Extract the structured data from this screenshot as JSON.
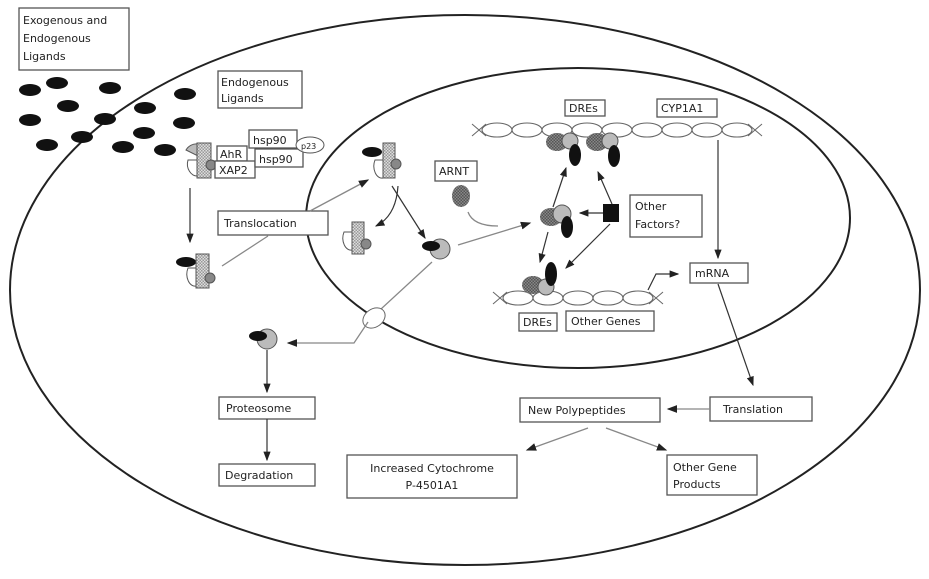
{
  "title": "AhR signaling pathway",
  "labels": {
    "exogenous_endogenous": [
      "Exogenous and",
      "Endogenous",
      "Ligands"
    ],
    "endogenous": [
      "Endogenous",
      "Ligands"
    ],
    "ahr": "AhR",
    "xap2": "XAP2",
    "hsp90_a": "hsp90",
    "hsp90_b": "hsp90",
    "p23": "p23",
    "translocation": "Translocation",
    "arnt": "ARNT",
    "dres_top": "DREs",
    "cyp1a1": "CYP1A1",
    "other_factors": [
      "Other",
      "Factors?"
    ],
    "dres_bottom": "DREs",
    "other_genes": "Other Genes",
    "mrna": "mRNA",
    "proteosome": "Proteosome",
    "degradation": "Degradation",
    "translation": "Translation",
    "new_polypeptides": "New Polypeptides",
    "cytochrome": [
      "Increased Cytochrome",
      "P-4501A1"
    ],
    "other_products": [
      "Other Gene",
      "Products"
    ]
  },
  "ligand_count": 14
}
